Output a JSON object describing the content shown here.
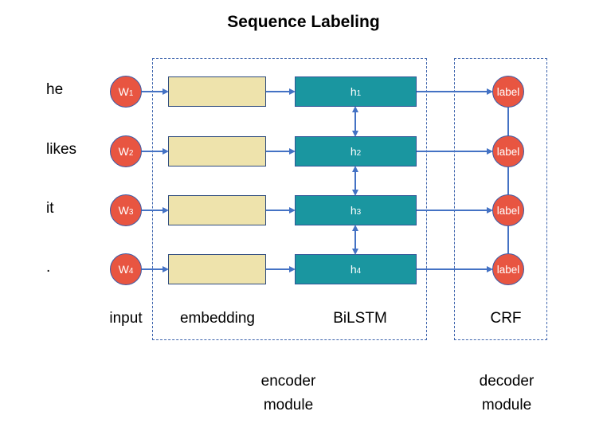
{
  "title": "Sequence Labeling",
  "colors": {
    "node_fill": "#e85541",
    "node_border": "#3c5ba6",
    "embedding_fill": "#eee3ac",
    "embedding_border": "#2f4c7e",
    "hidden_fill": "#1a96a0",
    "hidden_border": "#2f5597",
    "arrow": "#4472c4",
    "dashed_border": "#3e64ad",
    "text": "#000000",
    "node_text": "#ffffff"
  },
  "rows": [
    {
      "word": "he",
      "input": {
        "base": "W",
        "sub": "1"
      },
      "hidden": {
        "base": "h",
        "sub": "1"
      },
      "output": "label"
    },
    {
      "word": "likes",
      "input": {
        "base": "W",
        "sub": "2"
      },
      "hidden": {
        "base": "h",
        "sub": "2"
      },
      "output": "label"
    },
    {
      "word": "it",
      "input": {
        "base": "W",
        "sub": "3"
      },
      "hidden": {
        "base": "h",
        "sub": "3"
      },
      "output": "label"
    },
    {
      "word": ".",
      "input": {
        "base": "W",
        "sub": "4"
      },
      "hidden": {
        "base": "h",
        "sub": "4"
      },
      "output": "label"
    }
  ],
  "columns": {
    "input": "input",
    "embedding": "embedding",
    "bilstm": "BiLSTM",
    "crf": "CRF"
  },
  "modules": {
    "encoder": {
      "line1": "encoder",
      "line2": "module"
    },
    "decoder": {
      "line1": "decoder",
      "line2": "module"
    }
  }
}
